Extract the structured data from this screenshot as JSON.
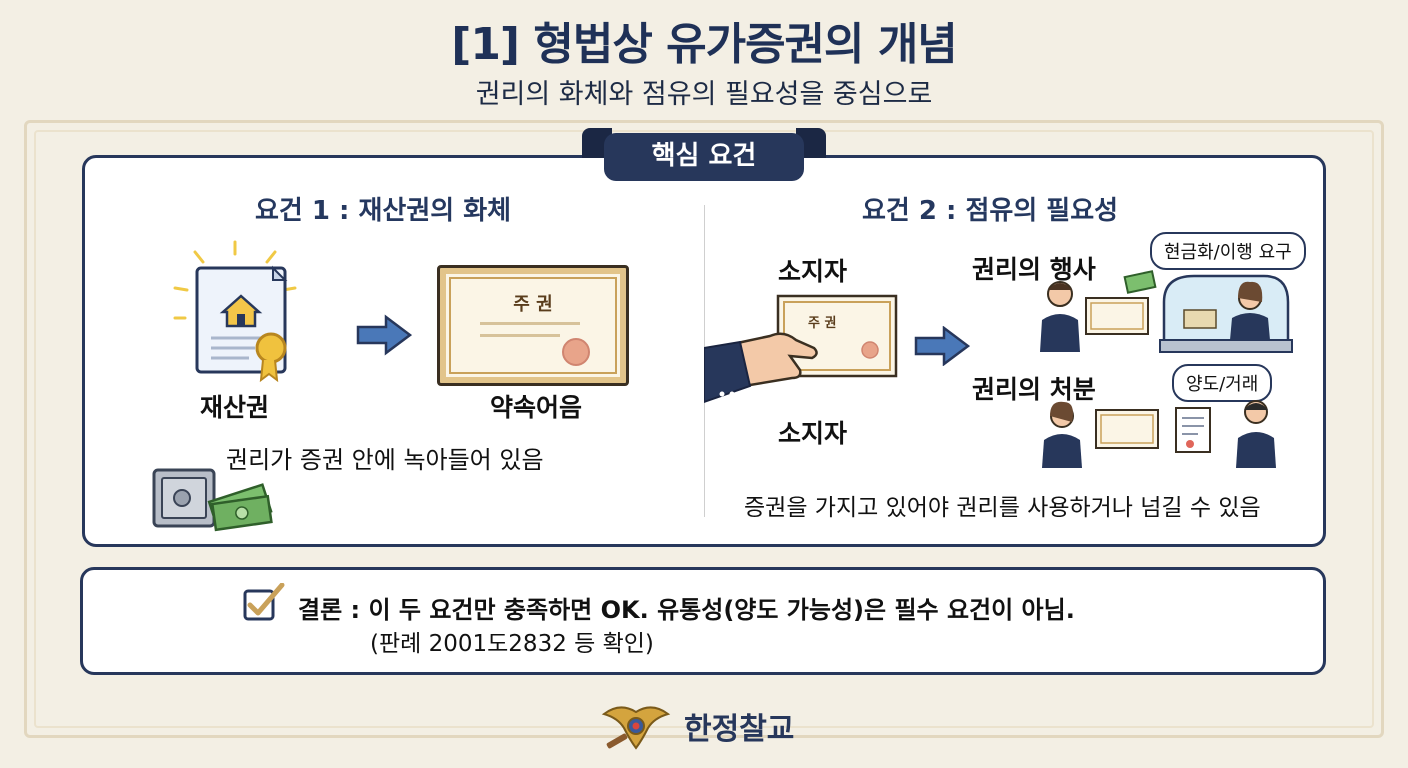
{
  "header": {
    "title": "[1] 형법상 유가증권의 개념",
    "subtitle": "권리의 화체와 점유의 필요성을 중심으로"
  },
  "core": {
    "tab_label": "핵심 요건",
    "req1": {
      "title": "요건 1 : 재산권의 화체",
      "left_label": "재산권",
      "right_label": "약속어음",
      "cert_text": "주 권",
      "caption": "권리가 증권 안에 녹아들어 있음"
    },
    "req2": {
      "title": "요건 2 : 점유의 필요성",
      "holder_top": "소지자",
      "holder_bottom": "소지자",
      "cert_text": "주 권",
      "exercise_label": "권리의 행사",
      "exercise_bubble": "현금화/이행 요구",
      "disposal_label": "권리의 처분",
      "disposal_bubble": "양도/거래",
      "caption": "증권을 가지고 있어야 권리를 사용하거나 넘길 수 있음"
    }
  },
  "conclusion": {
    "main": "결론 : 이 두 요건만 충족하면 OK. 유통성(양도 가능성)은 필수 요건이 아님.",
    "ref": "(판례 2001도2832 등 확인)"
  },
  "footer": {
    "brand": "한정찰교"
  },
  "colors": {
    "navy": "#27375b",
    "background": "#f3efe4",
    "gold": "#c9a15a",
    "accent_blue": "#4a78b8"
  }
}
